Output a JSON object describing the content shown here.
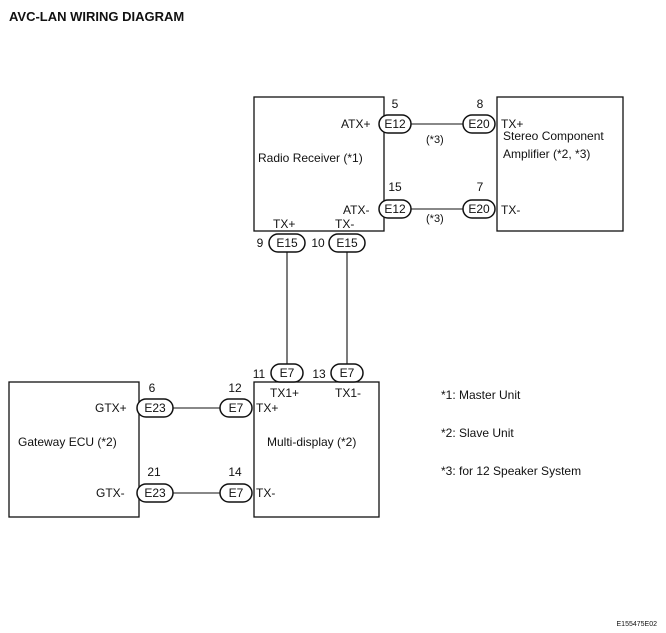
{
  "title": "AVC-LAN WIRING DIAGRAM",
  "figure_code": "E155475E02",
  "units": {
    "radio_receiver": "Radio Receiver (*1)",
    "stereo_amp_line1": "Stereo Component",
    "stereo_amp_line2": "Amplifier (*2, *3)",
    "gateway_ecu": "Gateway ECU (*2)",
    "multi_display": "Multi-display (*2)"
  },
  "terminals": {
    "atx_plus": "ATX+",
    "atx_minus": "ATX-",
    "amp_tx_plus": "TX+",
    "amp_tx_minus": "TX-",
    "radio_tx_plus": "TX+",
    "radio_tx_minus": "TX-",
    "gtx_plus": "GTX+",
    "gtx_minus": "GTX-",
    "md_tx1_plus": "TX1+",
    "md_tx1_minus": "TX1-",
    "md_tx_plus": "TX+",
    "md_tx_minus": "TX-"
  },
  "connectors": {
    "c_e12_top": {
      "code": "E12",
      "pin": "5"
    },
    "c_e12_bot": {
      "code": "E12",
      "pin": "15"
    },
    "c_e20_top": {
      "code": "E20",
      "pin": "8"
    },
    "c_e20_bot": {
      "code": "E20",
      "pin": "7"
    },
    "c_e15_left": {
      "code": "E15",
      "pin": "9"
    },
    "c_e15_right": {
      "code": "E15",
      "pin": "10"
    },
    "c_e7_top_left": {
      "code": "E7",
      "pin": "11"
    },
    "c_e7_top_right": {
      "code": "E7",
      "pin": "13"
    },
    "c_e23_top": {
      "code": "E23",
      "pin": "6"
    },
    "c_e23_bot": {
      "code": "E23",
      "pin": "21"
    },
    "c_e7_mid": {
      "code": "E7",
      "pin": "12"
    },
    "c_e7_low": {
      "code": "E7",
      "pin": "14"
    }
  },
  "wire_notes": {
    "top": "(*3)",
    "bottom": "(*3)"
  },
  "legend": [
    "*1: Master Unit",
    "*2: Slave Unit",
    "*3: for 12 Speaker System"
  ]
}
